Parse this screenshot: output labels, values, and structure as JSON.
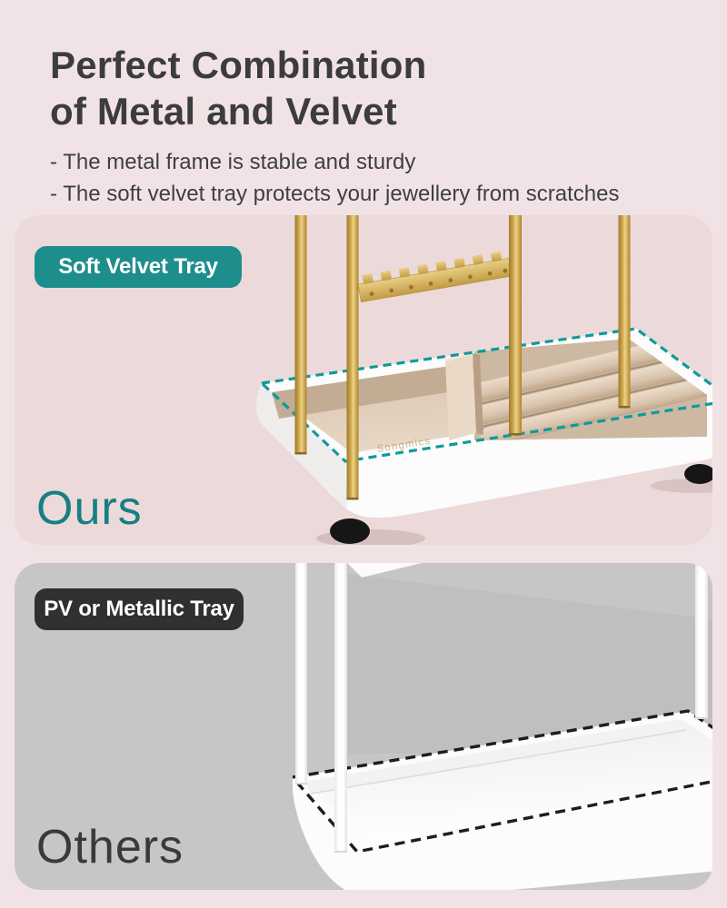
{
  "header": {
    "title_line1": "Perfect Combination",
    "title_line2": "of Metal and Velvet",
    "bullet1": "- The metal frame is stable and sturdy",
    "bullet2": "- The soft velvet tray protects your jewellery from scratches"
  },
  "ours": {
    "badge": "Soft Velvet Tray",
    "label": "Ours",
    "stamp": "Songmics"
  },
  "others": {
    "badge": "PV or Metallic Tray",
    "label": "Others"
  },
  "colors": {
    "page_bg": "#f1e3e5",
    "panel_pink": "#ecdada",
    "panel_gray": "#c6c5c7",
    "teal": "#1e8e8d",
    "teal_dash": "#0d9b99",
    "dark_badge": "#302f31",
    "title_color": "#3c3c3c",
    "ours_color": "#177f84",
    "others_color": "#3a3a3a",
    "dash_dark": "#1d1d1f",
    "gold": "#d4ab54",
    "velvet": "#dcc9b5",
    "tray_white": "#fdfdfd"
  }
}
